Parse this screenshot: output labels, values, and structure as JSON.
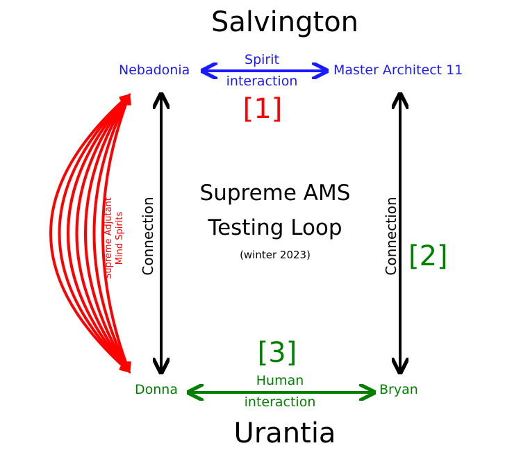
{
  "top_realm": "Salvington",
  "bottom_realm": "Urantia",
  "nodes": {
    "top_left": "Nebadonia",
    "top_right": "Master Architect 11",
    "bottom_left": "Donna",
    "bottom_right": "Bryan"
  },
  "links": {
    "spirit_interaction": [
      "Spirit",
      "interaction"
    ],
    "human_interaction": [
      "Human",
      "interaction"
    ],
    "connection_left": "Connection",
    "connection_right": "Connection",
    "adjutant": [
      "Supreme Adjutant",
      "Mind Spirits"
    ]
  },
  "markers": {
    "one": "[1]",
    "two": "[2]",
    "three": "[3]"
  },
  "center": {
    "line1": "Supreme AMS",
    "line2": "Testing Loop",
    "note": "(winter 2023)"
  },
  "colors": {
    "spirit": "#1a1aff",
    "human": "#008000",
    "adjutant": "#ff0000",
    "connection": "#000000"
  }
}
